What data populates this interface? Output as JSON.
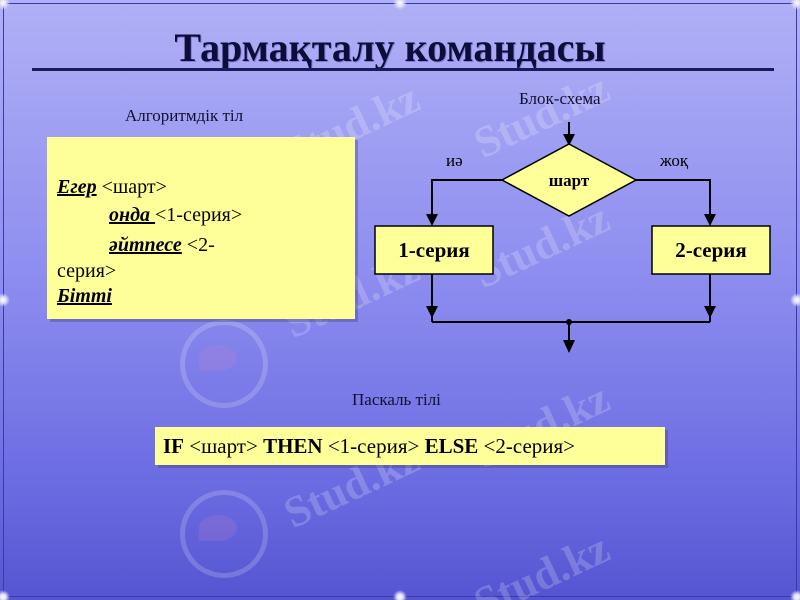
{
  "slide": {
    "title": "Тармақталу командасы"
  },
  "algorithm": {
    "caption": "Алгоритмдік тіл",
    "line1_kw": "Егер",
    "line1_rest": " <шарт>",
    "line2_kw": "онда ",
    "line2_rest": " <1-серия>",
    "line3_kw": "әйтпесе",
    "line3_rest": "  <2-",
    "line4": "серия>",
    "line5_kw": "Бітті"
  },
  "flowchart": {
    "caption": "Блок-схема",
    "condition": "шарт",
    "yes_label": "иә",
    "no_label": "жоқ",
    "left_block": "1-серия",
    "right_block": "2-серия"
  },
  "pascal": {
    "caption": "Паскаль тілі",
    "kw_if": "IF",
    "cond": " <шарт> ",
    "kw_then": "THEN",
    "series1": " <1-серия> ",
    "kw_else": "ELSE",
    "series2": " <2-серия>"
  },
  "watermark": {
    "text": "Stud.kz"
  },
  "colors": {
    "box_fill": "#ffff99",
    "title_color": "#0d0d3a"
  }
}
